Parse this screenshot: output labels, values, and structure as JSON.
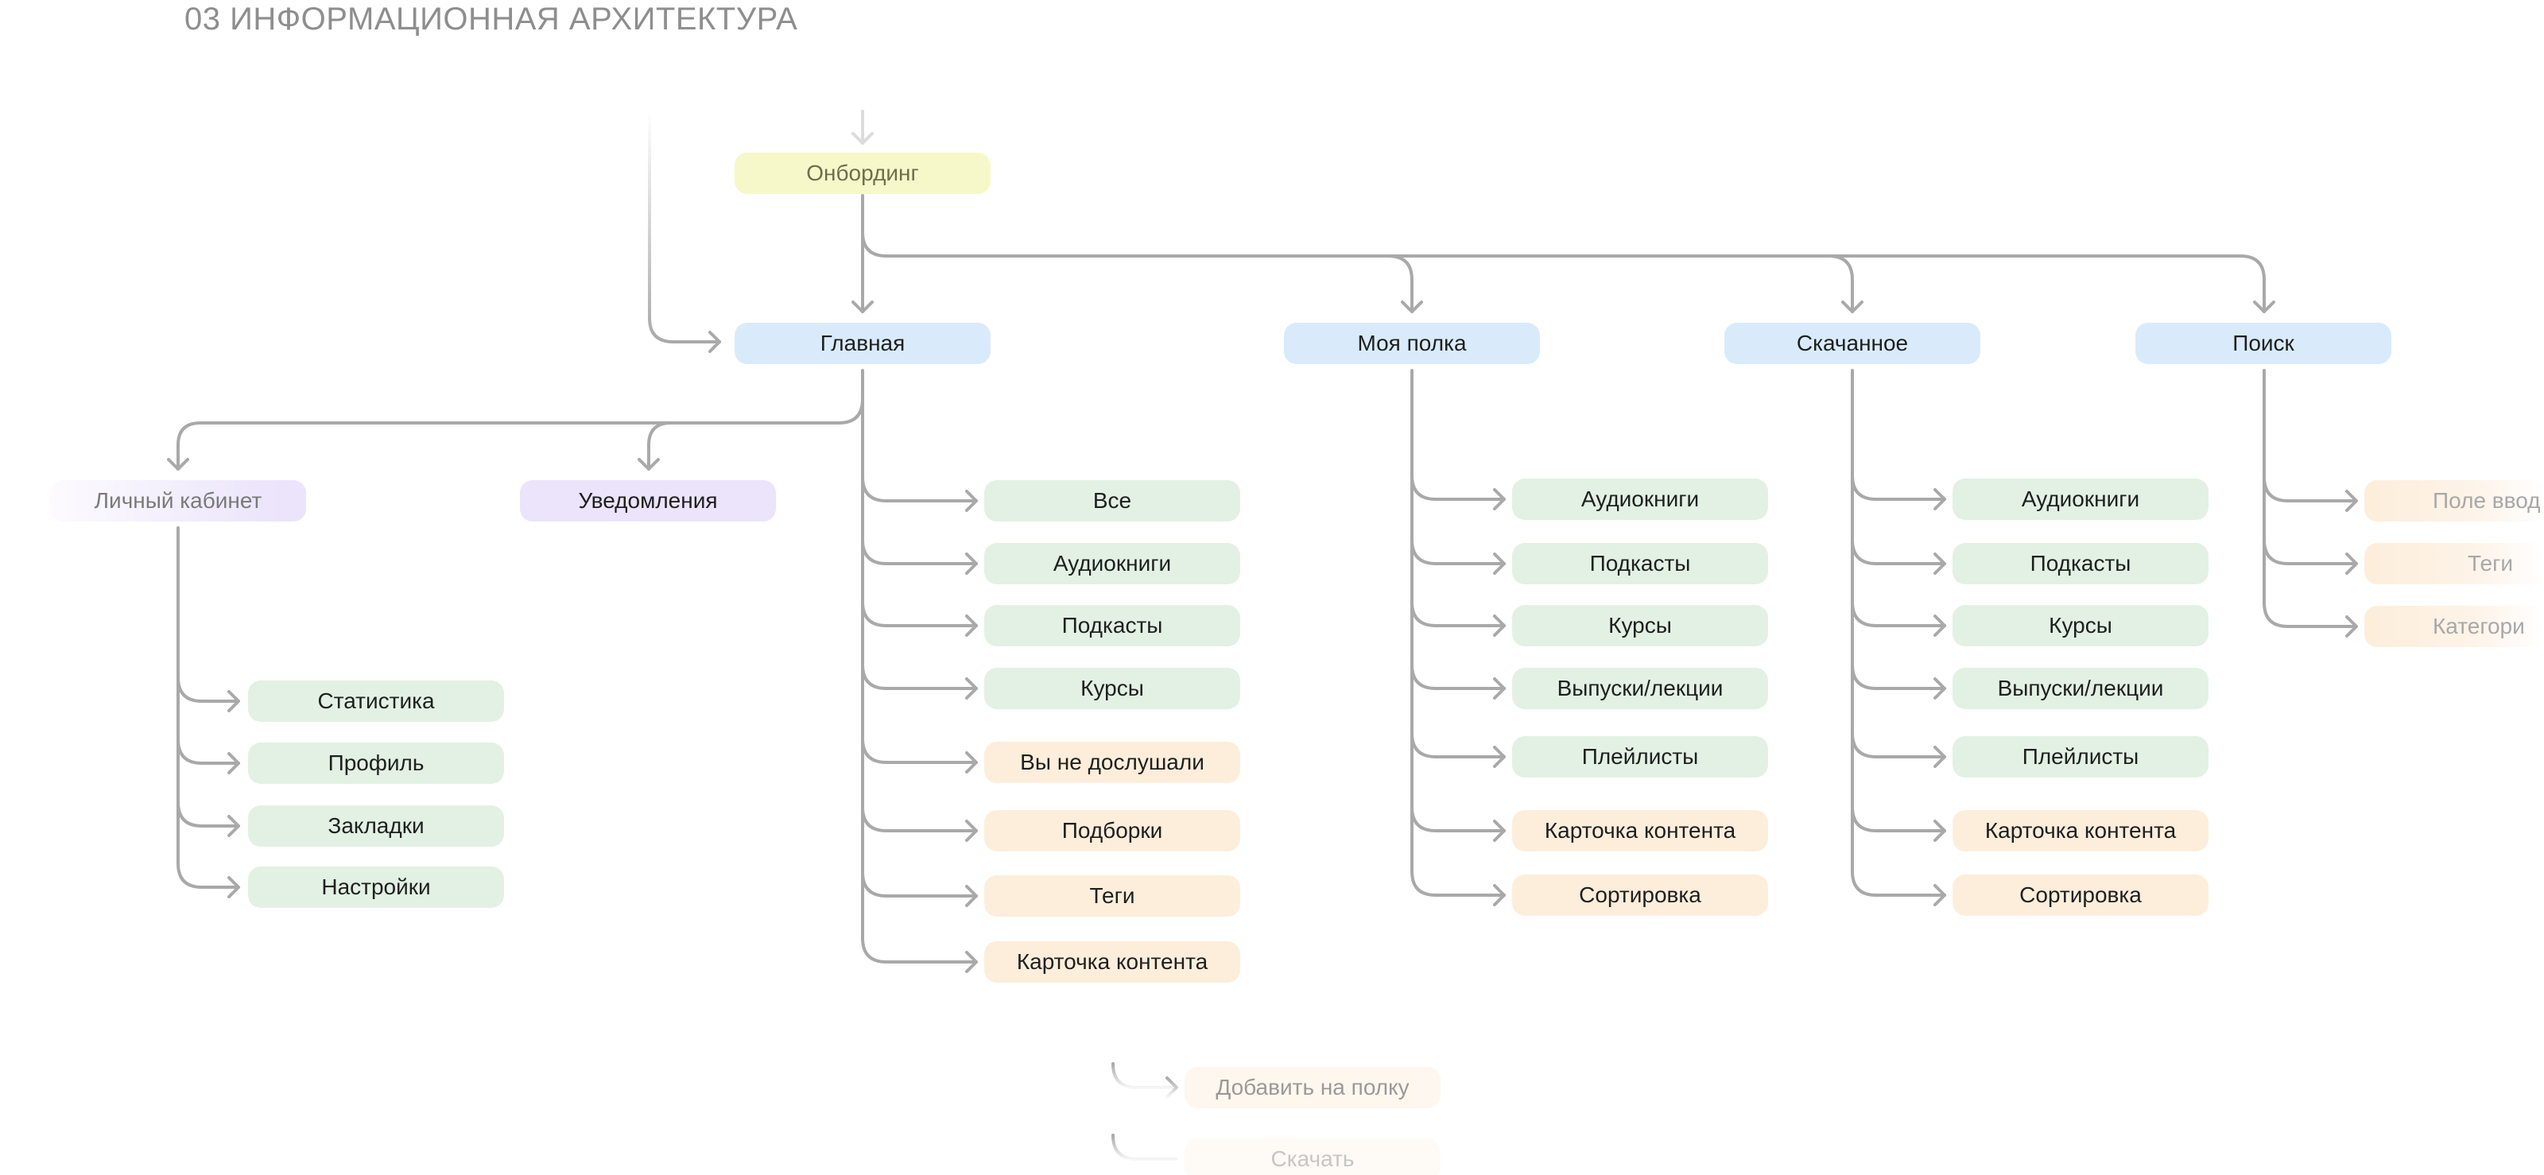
{
  "title": "03 ИНФОРМАЦИОННАЯ АРХИТЕКТУРА",
  "colors": {
    "line": "#a9a9a9",
    "screen": "#d9ebfb",
    "section": "#e2f1e4",
    "element": "#fdeedb",
    "profile": "#ebe4fb",
    "onboarding": "#f7f8c9"
  },
  "nodes": {
    "onboarding": "Онбординг",
    "home": "Главная",
    "shelf": "Моя полка",
    "downloads": "Скачанное",
    "search": "Поиск",
    "account": "Личный кабинет",
    "notifications": "Уведомления"
  },
  "account_items": [
    "Статистика",
    "Профиль",
    "Закладки",
    "Настройки"
  ],
  "home_items": [
    "Все",
    "Аудиокниги",
    "Подкасты",
    "Курсы",
    "Вы не дослушали",
    "Подборки",
    "Теги",
    "Карточка контента"
  ],
  "card_items": [
    "Добавить на полку",
    "Скачать"
  ],
  "shelf_items": [
    "Аудиокниги",
    "Подкасты",
    "Курсы",
    "Выпуски/лекции",
    "Плейлисты",
    "Карточка контента",
    "Сортировка"
  ],
  "downloads_items": [
    "Аудиокниги",
    "Подкасты",
    "Курсы",
    "Выпуски/лекции",
    "Плейлисты",
    "Карточка контента",
    "Сортировка"
  ],
  "search_items": [
    "Поле ввод",
    "Теги",
    "Категори"
  ]
}
